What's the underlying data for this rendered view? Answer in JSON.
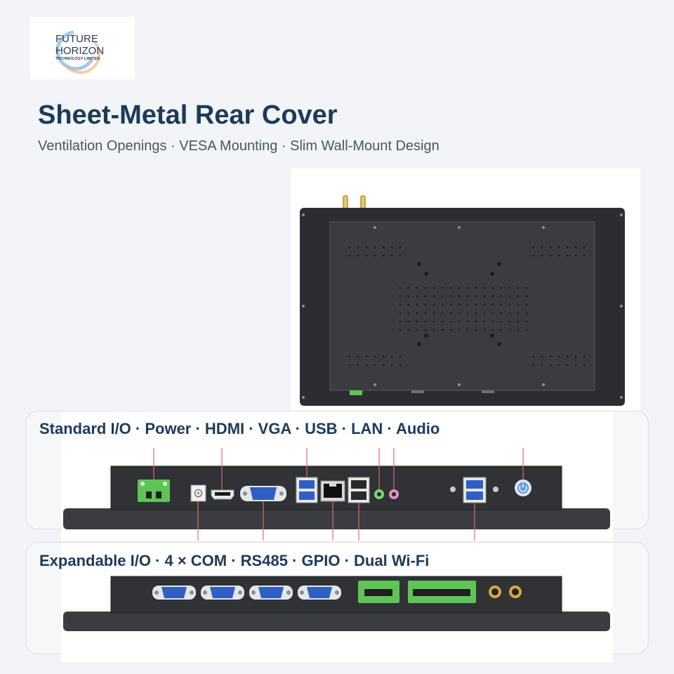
{
  "logo": {
    "line1": "FUTURE",
    "line2": "HORIZON",
    "line3": "TECHNOLOGY LIMITED"
  },
  "heading": {
    "title": "Sheet-Metal Rear Cover",
    "subtitle": "Ventilation Openings · VESA Mounting · Slim Wall-Mount Design"
  },
  "panels": {
    "standard_io": {
      "title": "Standard I/O · Power · HDMI · VGA · USB · LAN · Audio"
    },
    "expandable_io": {
      "title": "Expandable I/O · 4 × COM · RS485 · GPIO · Dual Wi-Fi"
    }
  },
  "colors": {
    "title": "#1c3a5b",
    "subtitle": "#4a5563",
    "background": "#f2f4f7",
    "callout_line": "#e06b6b",
    "terminal_green": "#5fc456",
    "port_blue": "#2f5fc6"
  }
}
